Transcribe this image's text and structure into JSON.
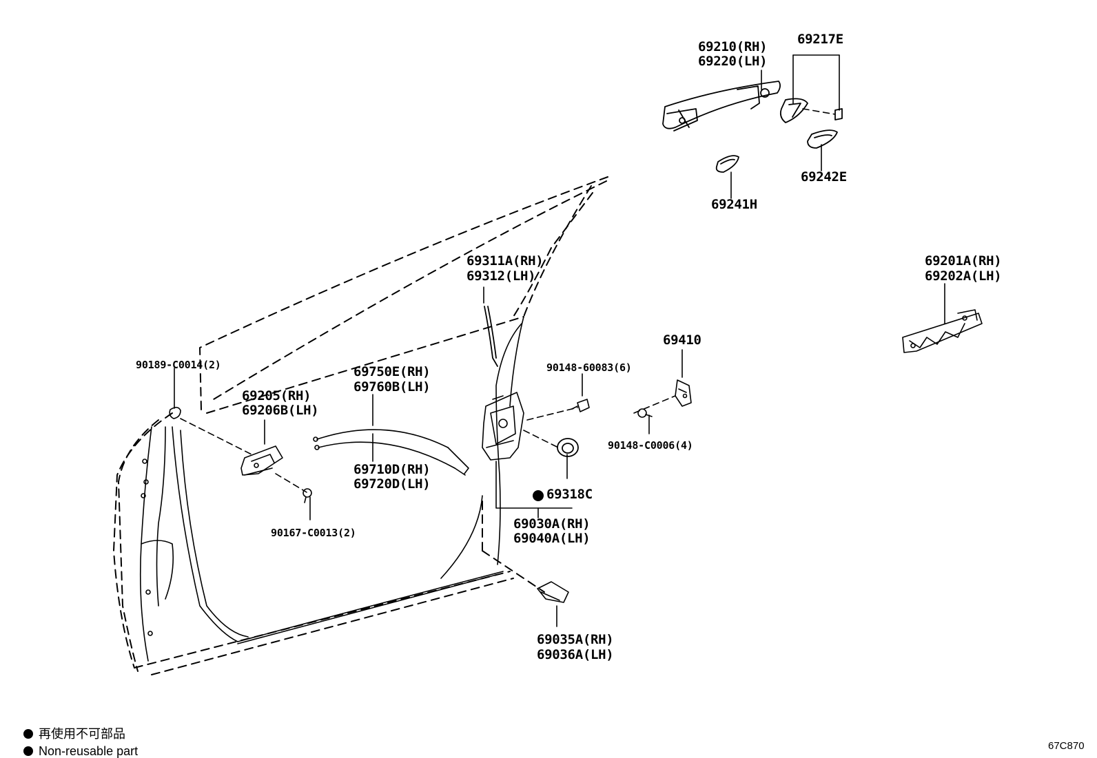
{
  "labels": {
    "p69210": "69210(RH)",
    "p69220": "69220(LH)",
    "p69217E": "69217E",
    "p69242E": "69242E",
    "p69241H": "69241H",
    "p69311A": "69311A(RH)",
    "p69312": "69312(LH)",
    "p69201A": "69201A(RH)",
    "p69202A": "69202A(LH)",
    "p69410": "69410",
    "p90148_60083": "90148-60083(6)",
    "p90148_C0006": "90148-C0006(4)",
    "p90189": "90189-C0014(2)",
    "p69205": "69205(RH)",
    "p69206B": "69206B(LH)",
    "p69750E": "69750E(RH)",
    "p69760B": "69760B(LH)",
    "p69710D": "69710D(RH)",
    "p69720D": "69720D(LH)",
    "p90167": "90167-C0013(2)",
    "p69318C": "69318C",
    "p69030A": "69030A(RH)",
    "p69040A": "69040A(LH)",
    "p69035A": "69035A(RH)",
    "p69036A": "69036A(LH)"
  },
  "legend": {
    "jp": "再使用不可部品",
    "en": "Non-reusable part"
  },
  "diagram_code": "67C870"
}
